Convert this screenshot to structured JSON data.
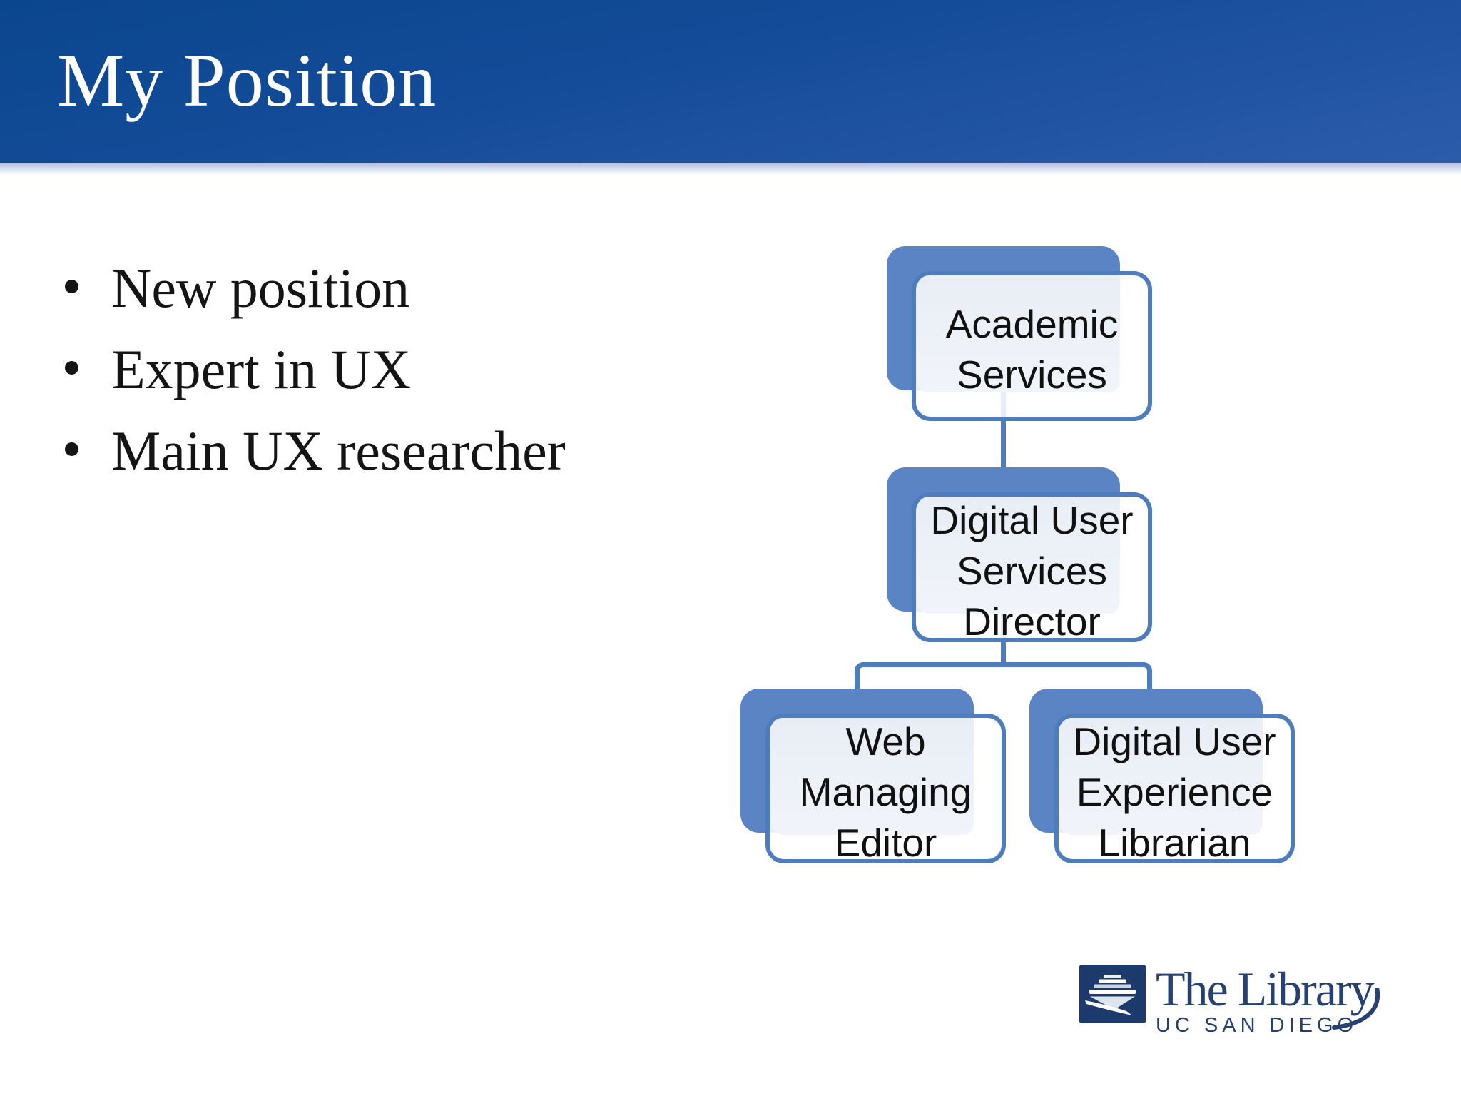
{
  "slide": {
    "title": "My Position",
    "bullets": [
      "New position",
      "Expert in UX",
      "Main UX researcher"
    ]
  },
  "org_chart": {
    "type": "organization-chart",
    "nodes": [
      {
        "id": "academic-services",
        "label": "Academic\nServices",
        "parent": null
      },
      {
        "id": "digital-user-services-director",
        "label": "Digital User\nServices\nDirector",
        "parent": "academic-services"
      },
      {
        "id": "web-managing-editor",
        "label": "Web\nManaging\nEditor",
        "parent": "digital-user-services-director"
      },
      {
        "id": "digital-user-experience-librarian",
        "label": "Digital User\nExperience\nLibrarian",
        "parent": "digital-user-services-director"
      }
    ]
  },
  "logo": {
    "name": "The Library",
    "org": "UC SAN DIEGO"
  },
  "colors": {
    "header_top": "#0a468e",
    "header_bottom": "#2b5cab",
    "title_text": "#ffffff",
    "body_text": "#141414",
    "node_back_fill": "#5b84c4",
    "node_border": "#4d7dbd",
    "node_panel_fill": "#edf1f7",
    "connector": "#4d7dbd",
    "logo_navy": "#1d3a6d"
  }
}
